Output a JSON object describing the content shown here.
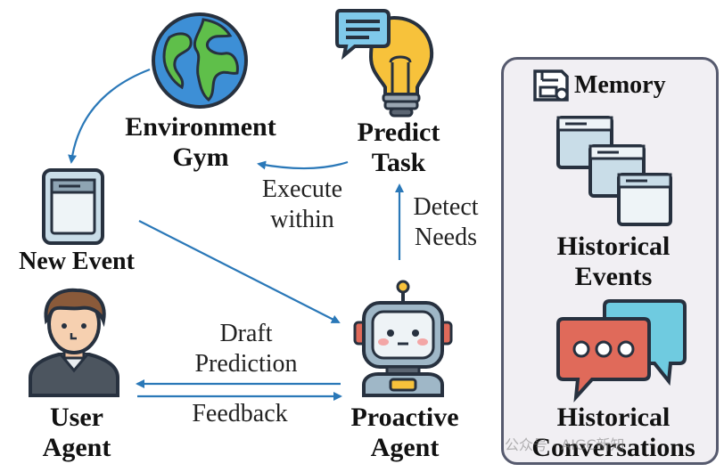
{
  "nodes": {
    "environment_gym": [
      "Environment",
      "Gym"
    ],
    "predict_task": [
      "Predict",
      "Task"
    ],
    "new_event": "New Event",
    "user_agent": [
      "User",
      "Agent"
    ],
    "proactive_agent": [
      "Proactive",
      "Agent"
    ]
  },
  "edges": {
    "execute_within": [
      "Execute",
      "within"
    ],
    "detect_needs": [
      "Detect",
      "Needs"
    ],
    "draft_prediction": [
      "Draft",
      "Prediction"
    ],
    "feedback": "Feedback"
  },
  "memory": {
    "title": "Memory",
    "historical_events": [
      "Historical",
      "Events"
    ],
    "historical_conversations": [
      "Historical",
      "Conversations"
    ]
  },
  "watermark": "公众号 · AIGC新知",
  "colors": {
    "arrow": "#2a78b8",
    "panel_border": "#565a6e",
    "panel_fill": "#f1eff3",
    "globe_ocean": "#3d8fd6",
    "globe_land": "#5fbf4a",
    "bulb": "#f7c23b",
    "robot_body": "#9fb7c7",
    "robot_screen": "#3e4a5e",
    "bubble_red": "#e06a5a",
    "bubble_blue": "#6fcbe0"
  }
}
